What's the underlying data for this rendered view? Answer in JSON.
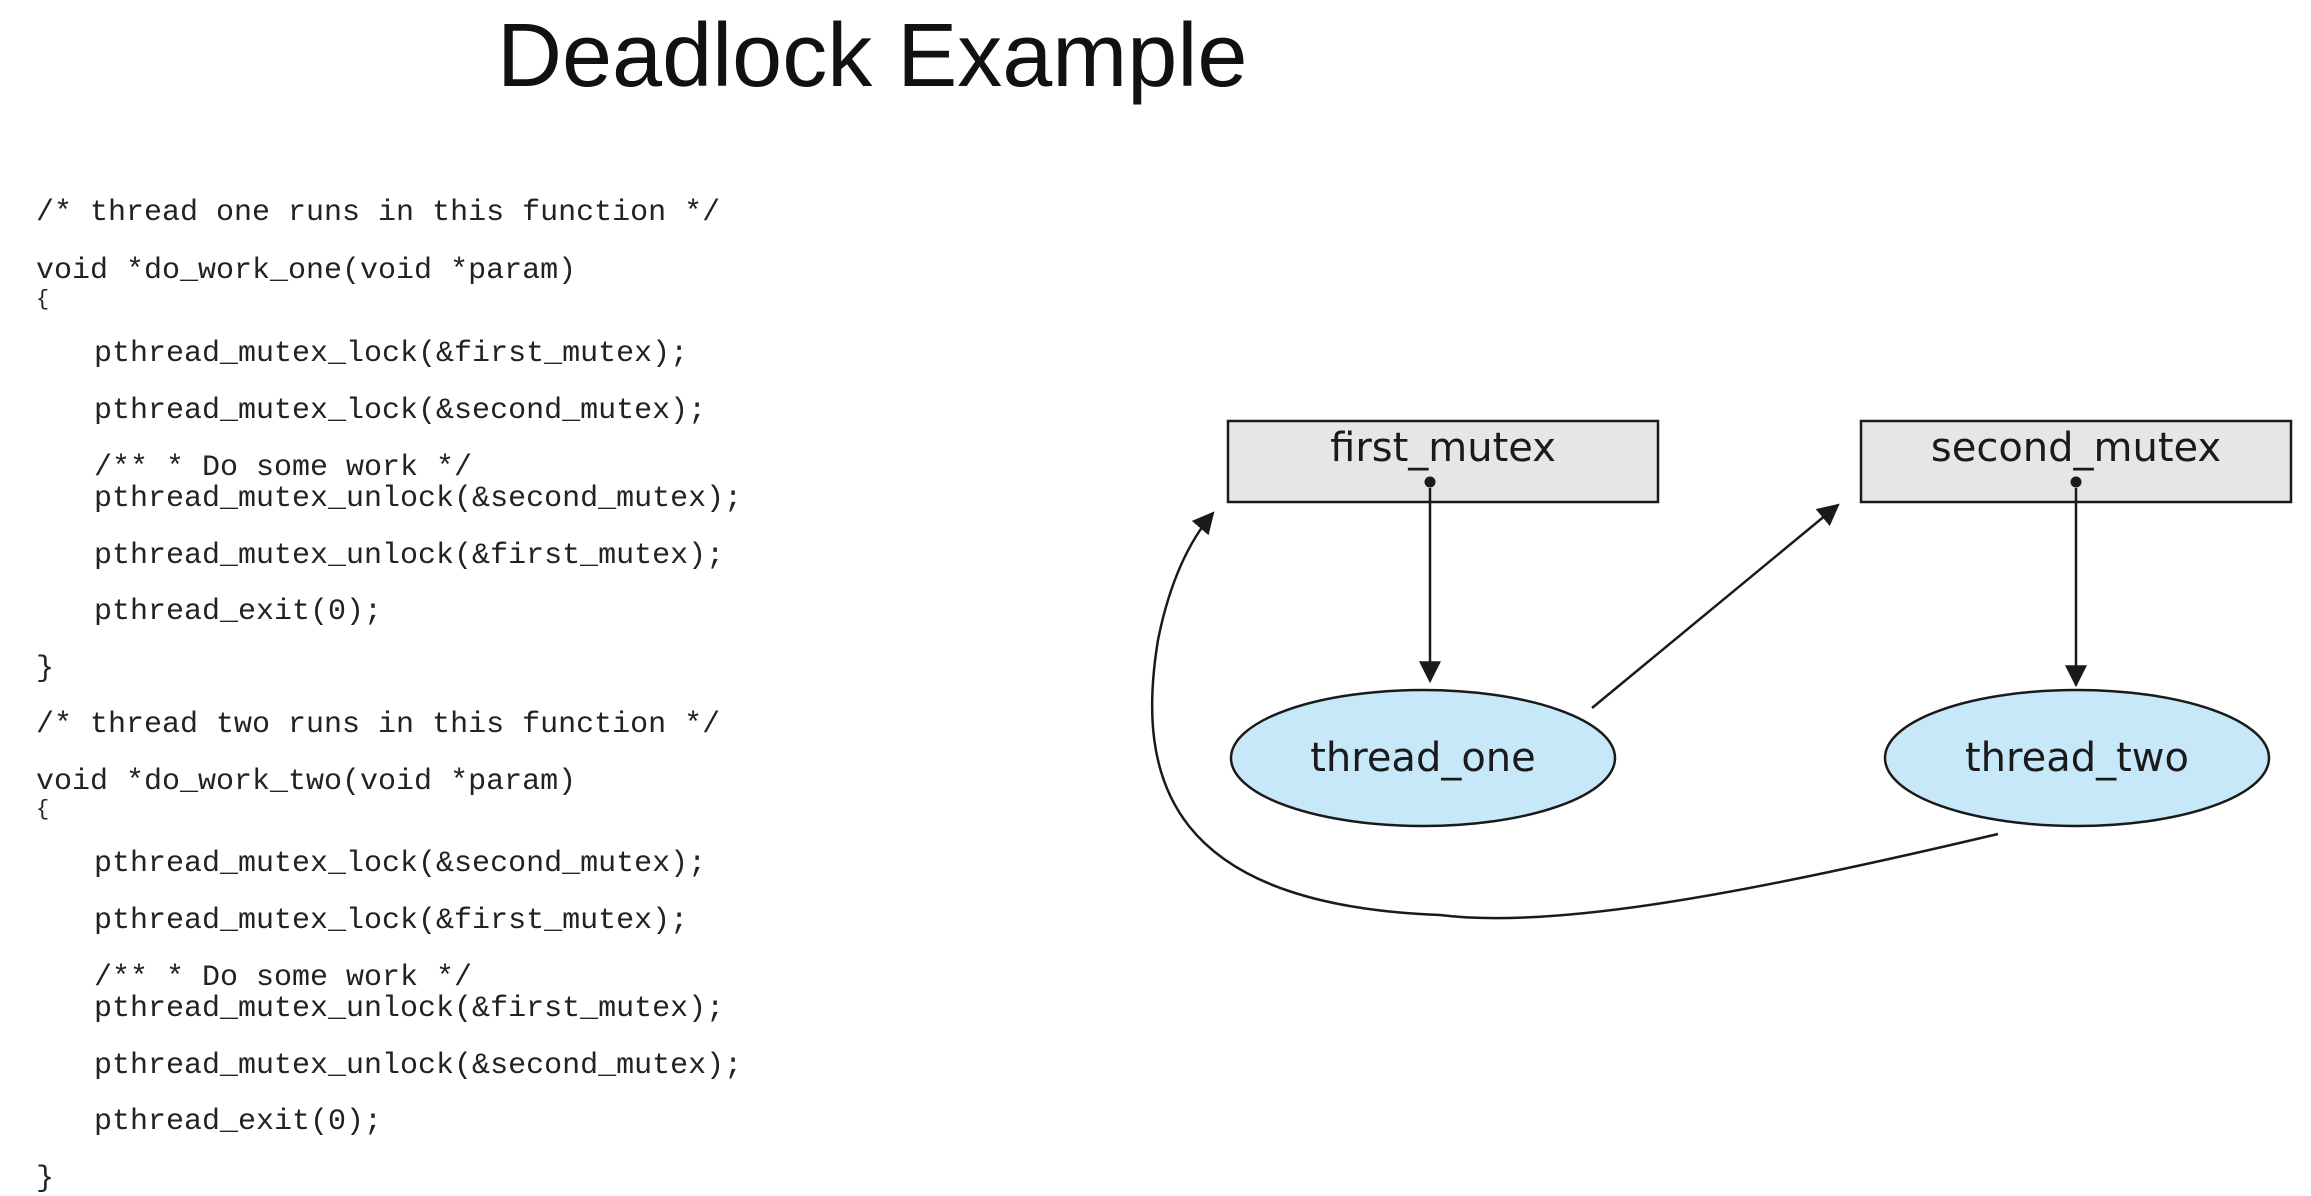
{
  "title": "Deadlock Example",
  "code": {
    "thread_one": {
      "comment": "/* thread one runs in this function */",
      "signature": "void *do_work_one(void *param)",
      "open_brace": "{",
      "lock_first": "pthread_mutex_lock(&first_mutex);",
      "lock_second": "pthread_mutex_lock(&second_mutex);",
      "work_comment": "/** * Do some work */",
      "unlock_second": "pthread_mutex_unlock(&second_mutex);",
      "unlock_first": "pthread_mutex_unlock(&first_mutex);",
      "exit": "pthread_exit(0);",
      "close_brace": "}"
    },
    "thread_two": {
      "comment": "/* thread two runs in this function */",
      "signature": "void *do_work_two(void *param)",
      "open_brace": "{",
      "lock_second": "pthread_mutex_lock(&second_mutex);",
      "lock_first": "pthread_mutex_lock(&first_mutex);",
      "work_comment": "/** * Do some work */",
      "unlock_first": "pthread_mutex_unlock(&first_mutex);",
      "unlock_second": "pthread_mutex_unlock(&second_mutex);",
      "exit": "pthread_exit(0);",
      "close_brace": "}"
    }
  },
  "diagram": {
    "resources": {
      "first_mutex": "first_mutex",
      "second_mutex": "second_mutex"
    },
    "threads": {
      "thread_one": "thread_one",
      "thread_two": "thread_two"
    },
    "colors": {
      "resource_fill": "#e6e6e6",
      "thread_fill": "#c7e8f8",
      "stroke": "#1a1a1a"
    }
  }
}
